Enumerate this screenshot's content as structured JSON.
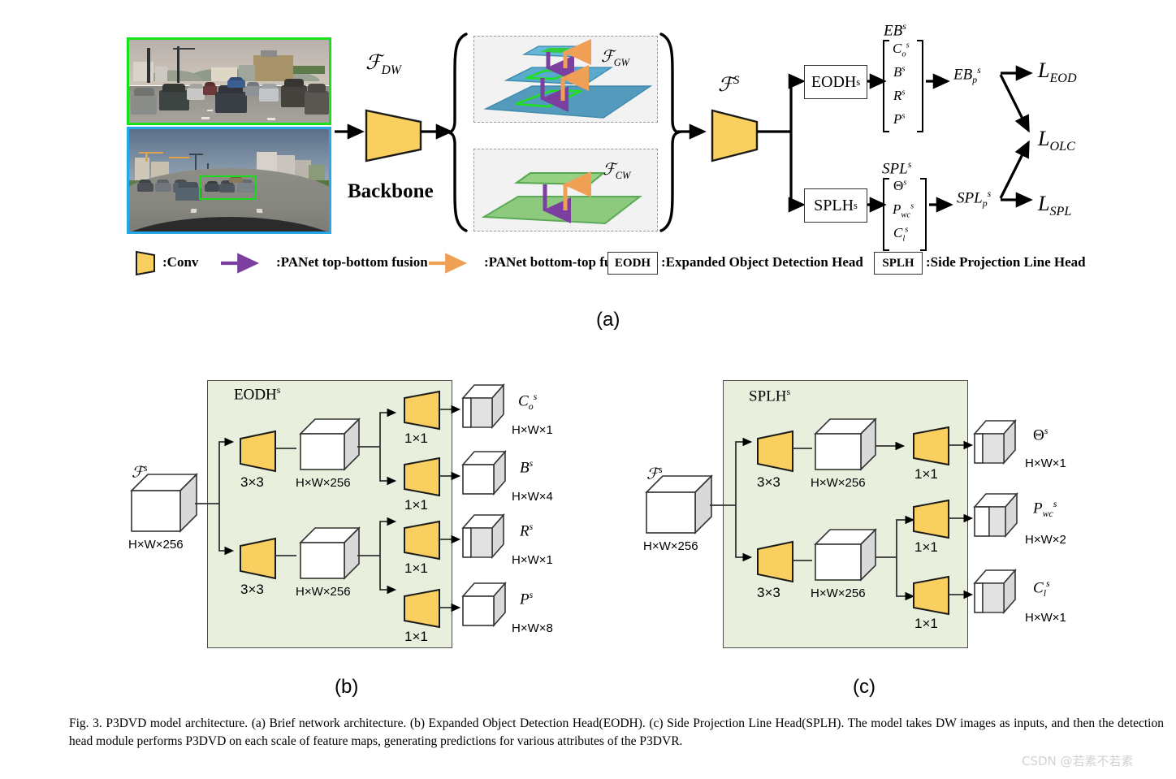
{
  "figure": {
    "panel_a_label": "(a)",
    "panel_b_label": "(b)",
    "panel_c_label": "(c)",
    "caption": "Fig. 3.   P3DVD model architecture. (a) Brief network architecture. (b) Expanded Object Detection Head(EODH). (c) Side Projection Line Head(SPLH). The model takes DW images as inputs, and then the detection head module performs P3DVD on each scale of feature maps, generating predictions for various attributes of the P3DVR.",
    "watermark": "CSDN @若素不若素"
  },
  "panel_a": {
    "input_images": {
      "top_caption": "dw-wide-traffic-scene",
      "bottom_caption": "fisheye-dashcam-scene"
    },
    "backbone_label": "Backbone",
    "f_dw": {
      "base": "ℱ",
      "sub": "DW"
    },
    "f_gw": {
      "base": "ℱ",
      "sub": "GW"
    },
    "f_cw": {
      "base": "ℱ",
      "sub": "CW"
    },
    "f_s": {
      "base": "ℱ",
      "sup": "S"
    },
    "heads": [
      {
        "id": "eodh",
        "label": "EODH",
        "sup": "s"
      },
      {
        "id": "splh",
        "label": "SPLH",
        "sup": "s"
      }
    ],
    "eb_matrix": {
      "title_base": "EB",
      "title_sup": "s",
      "rows": [
        {
          "base": "C",
          "sub": "o",
          "sup": "s"
        },
        {
          "base": "B",
          "sub": "",
          "sup": "s"
        },
        {
          "base": "R",
          "sub": "",
          "sup": "s"
        },
        {
          "base": "P",
          "sub": "",
          "sup": "s"
        }
      ]
    },
    "spl_matrix": {
      "title_base": "SPL",
      "title_sup": "s",
      "rows": [
        {
          "base": "Θ",
          "sub": "",
          "sup": "s"
        },
        {
          "base": "P",
          "sub": "wc",
          "sup": "s"
        },
        {
          "base": "C",
          "sub": "l",
          "sup": "s"
        }
      ]
    },
    "eb_pooled": {
      "base": "EB",
      "sub": "p",
      "sup": "s"
    },
    "spl_pooled": {
      "base": "SPL",
      "sub": "p",
      "sup": "s"
    },
    "losses": [
      {
        "base": "L",
        "sub": "EOD"
      },
      {
        "base": "L",
        "sub": "OLC"
      },
      {
        "base": "L",
        "sub": "SPL"
      }
    ]
  },
  "legend": {
    "items": [
      {
        "icon": "conv-trapezoid",
        "text": ":Conv"
      },
      {
        "icon": "purple-arrow",
        "text": ":PANet top-bottom fusion"
      },
      {
        "icon": "orange-arrow",
        "text": ":PANet bottom-top fusion"
      },
      {
        "icon": "eodh-box",
        "box": "EODH",
        "text": ":Expanded Object Detection Head"
      },
      {
        "icon": "splh-box",
        "box": "SPLH",
        "text": ":Side Projection Line Head"
      }
    ]
  },
  "panel_b": {
    "title_base": "EODH",
    "title_sup": "s",
    "input": {
      "label_base": "ℱ",
      "label_sup": "s",
      "dims": "H×W×256"
    },
    "stage1": [
      {
        "kernel": "3×3",
        "dims": "H×W×256"
      },
      {
        "kernel": "3×3",
        "dims": "H×W×256"
      }
    ],
    "outputs": [
      {
        "kernel": "1×1",
        "name_base": "C",
        "name_sub": "o",
        "name_sup": "s",
        "dims": "H×W×1",
        "thin": true
      },
      {
        "kernel": "1×1",
        "name_base": "B",
        "name_sub": "",
        "name_sup": "s",
        "dims": "H×W×4",
        "thin": false
      },
      {
        "kernel": "1×1",
        "name_base": "R",
        "name_sub": "",
        "name_sup": "s",
        "dims": "H×W×1",
        "thin": true
      },
      {
        "kernel": "1×1",
        "name_base": "P",
        "name_sub": "",
        "name_sup": "s",
        "dims": "H×W×8",
        "thin": false
      }
    ]
  },
  "panel_c": {
    "title_base": "SPLH",
    "title_sup": "s",
    "input": {
      "label_base": "ℱ",
      "label_sup": "s",
      "dims": "H×W×256"
    },
    "stage1": [
      {
        "kernel": "3×3",
        "dims": "H×W×256"
      },
      {
        "kernel": "3×3",
        "dims": "H×W×256"
      }
    ],
    "outputs": [
      {
        "kernel": "1×1",
        "name_base": "Θ",
        "name_sub": "",
        "name_sup": "s",
        "dims": "H×W×1",
        "thin": true
      },
      {
        "kernel": "1×1",
        "name_base": "P",
        "name_sub": "wc",
        "name_sup": "s",
        "dims": "H×W×2",
        "thin": false
      },
      {
        "kernel": "1×1",
        "name_base": "C",
        "name_sub": "l",
        "name_sup": "s",
        "dims": "H×W×1",
        "thin": true
      }
    ]
  },
  "colors": {
    "conv_yellow": "#f9cf5f",
    "panel_green": "#e9efdd",
    "purple_arrow": "#7b3fa0",
    "orange_arrow": "#f0a055",
    "green_border": "#18e019",
    "blue_border": "#24a8e8",
    "cube_face": "#ffffff",
    "cube_side": "#d9d9d9"
  }
}
